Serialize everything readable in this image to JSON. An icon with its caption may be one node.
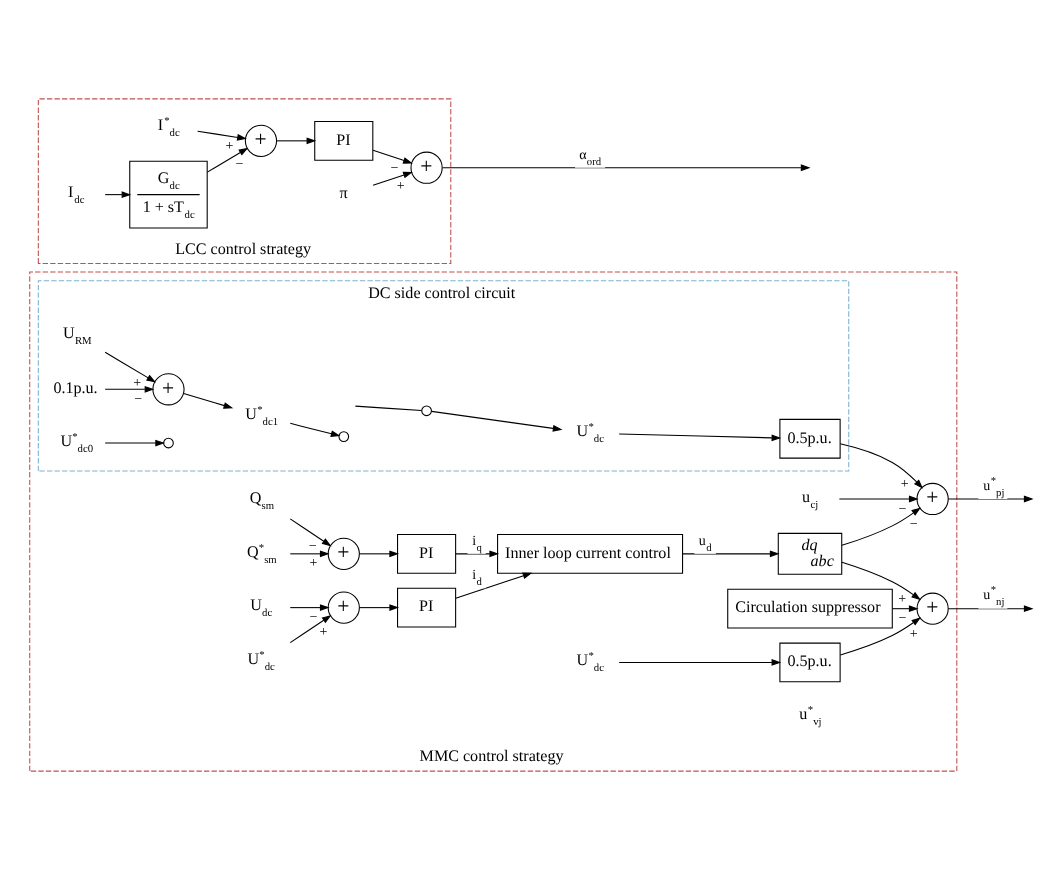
{
  "diagram": {
    "nodes": [
      {
        "text": [
          "MMC control strategy"
        ]
      },
      {
        "text": [
          "DC side control circuit"
        ],
        "in": 0
      },
      {
        "text": [
          "U$_{RM}$"
        ],
        "in": 1
      },
      {
        "text": [
          "0.1p.u."
        ],
        "in": 1
      },
      {
        "text": [
          "+"
        ],
        "in": 1
      },
      {
        "text": [
          "U$^{*}$$_{dc1}$"
        ],
        "in": 1
      },
      {
        "text": [],
        "shape": "circle",
        "in": 1
      },
      {
        "text": [
          "U$^{*}$$_{dc0}$"
        ],
        "in": 1
      },
      {
        "text": [],
        "shape": "circle",
        "in": 1
      },
      {
        "text": [],
        "shape": "circle",
        "in": 1
      },
      {
        "text": [
          "U$^{*}$$_{dc}$"
        ],
        "in": 1
      },
      {
        "text": [
          "0.5p.u."
        ],
        "in": 1
      },
      {
        "text": [
          "U$^{*}$$_{dc}$"
        ],
        "in": 0
      },
      {
        "text": [
          "U$_{dc}$"
        ],
        "in": 0
      },
      {
        "text": [
          "+"
        ],
        "in": 0
      },
      {
        "text": [
          "PI"
        ],
        "in": 0
      },
      {
        "text": [
          "Q$^{*}$$_{sm}$"
        ],
        "in": 0
      },
      {
        "text": [
          "Q$_{sm}$"
        ],
        "in": 0
      },
      {
        "text": [
          "+"
        ],
        "in": 0
      },
      {
        "text": [
          "PI"
        ],
        "in": 0
      },
      {
        "text": [
          "Inner loop current control"
        ],
        "in": 0
      },
      {
        "text": [
          "dq",
          "abc"
        ],
        "in": 0
      },
      {
        "text": [
          "Circulation suppressor"
        ],
        "in": 0
      },
      {
        "text": [
          "u$_{cj}$"
        ],
        "in": 0
      },
      {
        "text": [
          "+"
        ],
        "in": 0
      },
      {
        "text": [
          "+"
        ],
        "in": 0
      },
      {
        "text": [
          "U$^{*}$$_{dc}$"
        ],
        "in": 0
      },
      {
        "text": [
          "0.5p.u."
        ],
        "in": 0
      },
      {
        "text": [
          "LCC control strategy"
        ]
      },
      {
        "text": [
          "I$^{*}$$_{dc}$"
        ],
        "in": 28
      },
      {
        "text": [
          "I$_{dc}$"
        ],
        "in": 28
      },
      {
        "text": [
          "G$_{dc}$",
          "1 + sT$_{dc}$"
        ],
        "in": 28
      },
      {
        "text": [
          "+"
        ],
        "in": 28
      },
      {
        "text": [
          "PI"
        ],
        "in": 28
      },
      {
        "text": [
          "+"
        ],
        "in": 28
      },
      {
        "text": [
          "π"
        ],
        "in": 28
      }
    ],
    "edges": [
      {
        "from": 2,
        "to": 4,
        "arrow": "to",
        "label": "+"
      },
      {
        "from": 3,
        "to": 4,
        "arrow": "to",
        "label": "−"
      },
      {
        "from": 4,
        "to": 5,
        "arrow": "to"
      },
      {
        "from": 5,
        "to": 6,
        "arrow": "to"
      },
      {
        "from": 7,
        "to": 8,
        "arrow": "to"
      },
      {
        "from": null,
        "to": 9,
        "arrow": "none"
      },
      {
        "from": 9,
        "to": 10,
        "arrow": "to"
      },
      {
        "from": 10,
        "to": 11,
        "arrow": "to"
      },
      {
        "from": 11,
        "to": 24,
        "arrow": "to",
        "label": "+"
      },
      {
        "from": 23,
        "to": 24,
        "arrow": "to",
        "label": "−"
      },
      {
        "from": 12,
        "to": 14,
        "arrow": "to",
        "label": "+"
      },
      {
        "from": 13,
        "to": 14,
        "arrow": "to",
        "label": "−"
      },
      {
        "from": 14,
        "to": 15,
        "arrow": "to"
      },
      {
        "from": 15,
        "to": 20,
        "arrow": "to",
        "label": "i$_{d}$"
      },
      {
        "from": 16,
        "to": 18,
        "arrow": "to",
        "label": "+"
      },
      {
        "from": 17,
        "to": 18,
        "arrow": "to",
        "label": "−"
      },
      {
        "from": 18,
        "to": 19,
        "arrow": "to"
      },
      {
        "from": 19,
        "to": 20,
        "arrow": "to",
        "label": "i$_{q}$"
      },
      {
        "from": 20,
        "to": 21,
        "arrow": "to",
        "label": "u$_{d}$"
      },
      {
        "from": 21,
        "to": 24,
        "arrow": "to",
        "label": "−"
      },
      {
        "from": 21,
        "to": 25,
        "arrow": "to",
        "label": "+"
      },
      {
        "from": 24,
        "to": null,
        "arrow": "to",
        "label": "u$^{*}$$_{pj}$"
      },
      {
        "from": 22,
        "to": 25,
        "arrow": "to",
        "label": "−"
      },
      {
        "from": 25,
        "to": null,
        "arrow": "to",
        "label": "u$^{*}$$_{nj}$"
      },
      {
        "from": 26,
        "to": 27,
        "arrow": "to"
      },
      {
        "from": 27,
        "to": 25,
        "arrow": "to",
        "label": "+"
      },
      {
        "from": 29,
        "to": 32,
        "arrow": "to",
        "label": "+"
      },
      {
        "from": 30,
        "to": 31,
        "arrow": "to"
      },
      {
        "from": 31,
        "to": 32,
        "arrow": "to",
        "label": "−"
      },
      {
        "from": 32,
        "to": 33,
        "arrow": "to"
      },
      {
        "from": 33,
        "to": 34,
        "arrow": "to",
        "label": "−"
      },
      {
        "from": 35,
        "to": 34,
        "arrow": "to",
        "label": "+"
      },
      {
        "from": 34,
        "to": null,
        "arrow": "to",
        "label": "α$_{ord}$"
      }
    ],
    "labels": [
      "u$^{*}$$_{vj}$"
    ]
  }
}
